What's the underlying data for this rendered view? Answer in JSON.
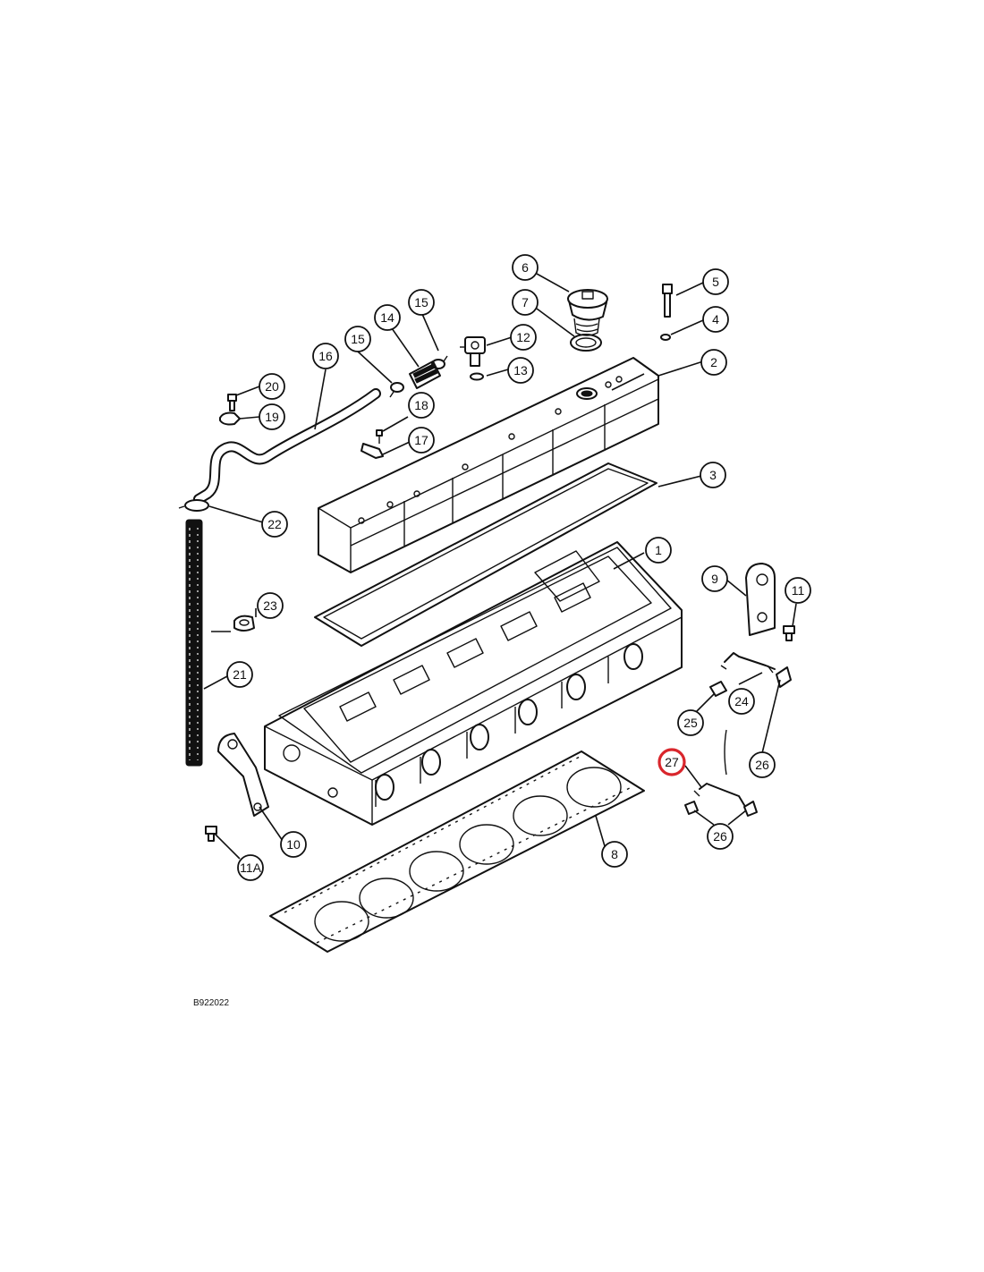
{
  "figure": {
    "id": "B922022",
    "highlight_color": "#d9262c",
    "highlighted_callout": "27"
  },
  "callouts": [
    {
      "key": "c1",
      "label": "1"
    },
    {
      "key": "c2",
      "label": "2"
    },
    {
      "key": "c3",
      "label": "3"
    },
    {
      "key": "c4",
      "label": "4"
    },
    {
      "key": "c5",
      "label": "5"
    },
    {
      "key": "c6",
      "label": "6"
    },
    {
      "key": "c7",
      "label": "7"
    },
    {
      "key": "c8",
      "label": "8"
    },
    {
      "key": "c9",
      "label": "9"
    },
    {
      "key": "c10",
      "label": "10"
    },
    {
      "key": "c11",
      "label": "11"
    },
    {
      "key": "c11a",
      "label": "11A"
    },
    {
      "key": "c12",
      "label": "12"
    },
    {
      "key": "c13",
      "label": "13"
    },
    {
      "key": "c14",
      "label": "14"
    },
    {
      "key": "c15a",
      "label": "15"
    },
    {
      "key": "c15b",
      "label": "15"
    },
    {
      "key": "c16",
      "label": "16"
    },
    {
      "key": "c17",
      "label": "17"
    },
    {
      "key": "c18",
      "label": "18"
    },
    {
      "key": "c19",
      "label": "19"
    },
    {
      "key": "c20",
      "label": "20"
    },
    {
      "key": "c21",
      "label": "21"
    },
    {
      "key": "c22",
      "label": "22"
    },
    {
      "key": "c23",
      "label": "23"
    },
    {
      "key": "c24",
      "label": "24"
    },
    {
      "key": "c25",
      "label": "25"
    },
    {
      "key": "c26a",
      "label": "26"
    },
    {
      "key": "c26b",
      "label": "26"
    },
    {
      "key": "c27",
      "label": "27"
    }
  ]
}
